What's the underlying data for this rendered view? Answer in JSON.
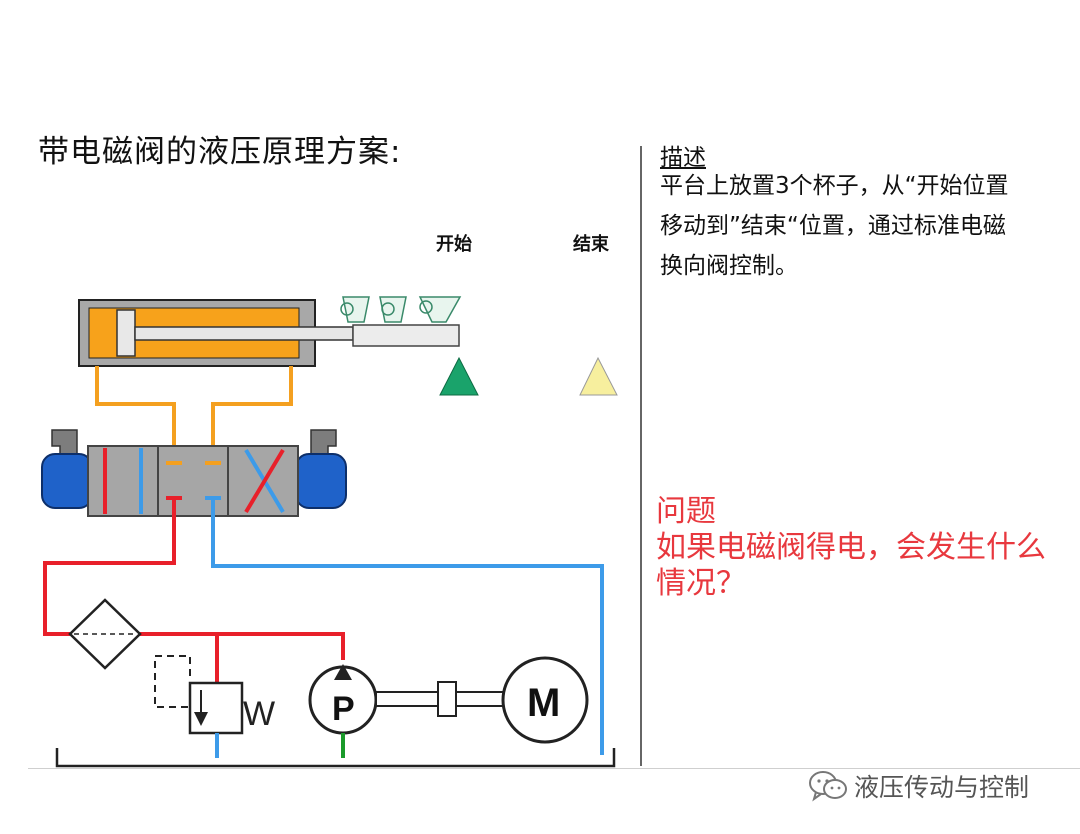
{
  "slide": {
    "title": "带电磁阀的液压原理方案:"
  },
  "labels": {
    "start": "开始",
    "end": "结束",
    "pump": "P",
    "motor": "M",
    "spring": "W"
  },
  "description": {
    "heading": "描述",
    "body": "平台上放置3个杯子，从“开始位置移动到”结束“位置，通过标准电磁换向阀控制。"
  },
  "question": {
    "heading": "问题",
    "body": "如果电磁阀得电，会发生什么情况？"
  },
  "watermark": {
    "text": "液压传动与控制",
    "icon": "wechat-icon"
  },
  "colors": {
    "pressure_line": "#e8202a",
    "return_line": "#3d9be9",
    "cylinder_line": "#f4a020",
    "suction_line": "#1a9a2a",
    "cylinder_fill": "#f7a21b",
    "solenoid": "#1f62c9",
    "valve_body": "#a6a6a6",
    "start_marker": "#1aa36b",
    "end_marker": "#f7ef9e",
    "question_text": "#e8383e"
  }
}
